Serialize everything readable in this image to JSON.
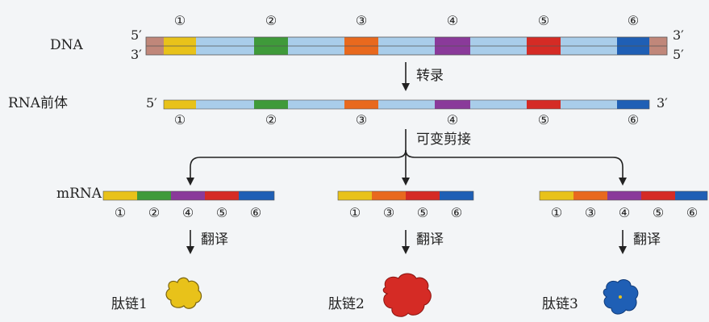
{
  "labels": {
    "dna": "DNA",
    "pre_rna": "RNA前体",
    "mrna": "mRNA",
    "transcription": "转录",
    "splicing": "可变剪接",
    "translation": "翻译"
  },
  "ends": {
    "five": "5′",
    "three": "3′"
  },
  "circled_numbers": [
    "①",
    "②",
    "③",
    "④",
    "⑤",
    "⑥"
  ],
  "exon_colors": [
    "#e8c21a",
    "#3f9a3a",
    "#e8691e",
    "#8a3a9a",
    "#d52b25",
    "#1f5fb5"
  ],
  "intron_color": "#a9cdea",
  "utr_color": "#c0877a",
  "mrnas": [
    {
      "exons": [
        "①",
        "②",
        "④",
        "⑤",
        "⑥"
      ]
    },
    {
      "exons": [
        "①",
        "③",
        "⑤",
        "⑥"
      ]
    },
    {
      "exons": [
        "①",
        "③",
        "④",
        "⑤",
        "⑥"
      ]
    }
  ],
  "peptides": [
    {
      "label": "肽链1",
      "color": "#e8c21a"
    },
    {
      "label": "肽链2",
      "color": "#d52b25"
    },
    {
      "label": "肽链3",
      "color": "#1f5fb5"
    }
  ]
}
